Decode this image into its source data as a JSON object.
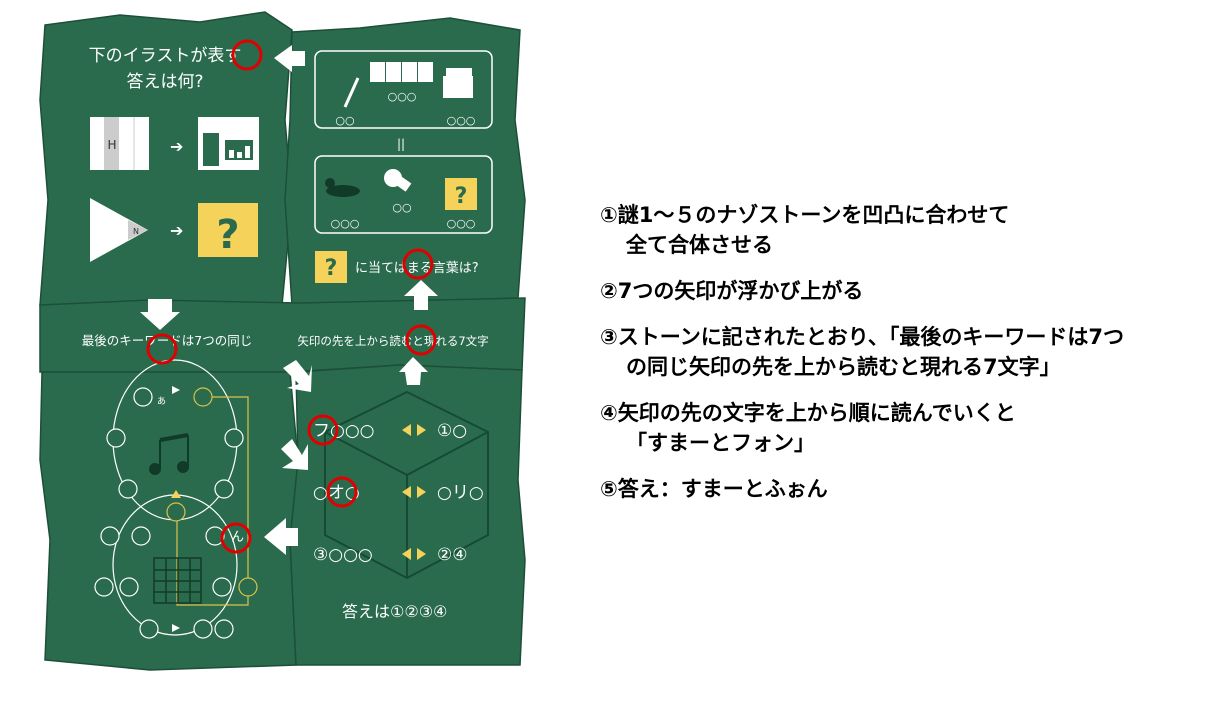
{
  "puzzle": {
    "panel1": {
      "title_line1": "下のイラストが表す",
      "title_line2": "答えは何?",
      "h_label": "H",
      "n_label": "N",
      "question_mark": "?"
    },
    "panel2": {
      "row1_slots": [
        "○○",
        "○○○",
        "○○○"
      ],
      "equals": "||",
      "row2_slots": [
        "○○○",
        "○○",
        "○○○"
      ],
      "question_mark": "?",
      "caption": "に当てはまる言葉は?"
    },
    "strip": {
      "left_text": "最後のキーワードは7つの同じ",
      "right_text": "矢印の先を上から読むと現れる7文字"
    },
    "panel3": {
      "label_a": "あ",
      "label_n": "ん"
    },
    "panel4": {
      "rows": [
        {
          "left": "フ○○○",
          "right": "①○"
        },
        {
          "left": "○オ○",
          "right": "○リ○"
        },
        {
          "left": "③○○○",
          "right": "②④"
        }
      ],
      "answer": "答えは①②③④"
    },
    "colors": {
      "board": "#2a6b4e",
      "highlight": "#e00000",
      "accent": "#f5d35a"
    }
  },
  "steps": [
    {
      "line1": "①謎1～５のナゾストーンを凹凸に合わせて",
      "line2": "全て合体させる"
    },
    {
      "line1": "②7つの矢印が浮かび上がる",
      "line2": ""
    },
    {
      "line1": "③ストーンに記されたとおり、「最後のキーワードは7つ",
      "line2": "の同じ矢印の先を上から読むと現れる7文字」"
    },
    {
      "line1": "④矢印の先の文字を上から順に読んでいくと",
      "line2": "「すまーとフォン」"
    },
    {
      "line1": "⑤答え：すまーとふぉん",
      "line2": ""
    }
  ]
}
